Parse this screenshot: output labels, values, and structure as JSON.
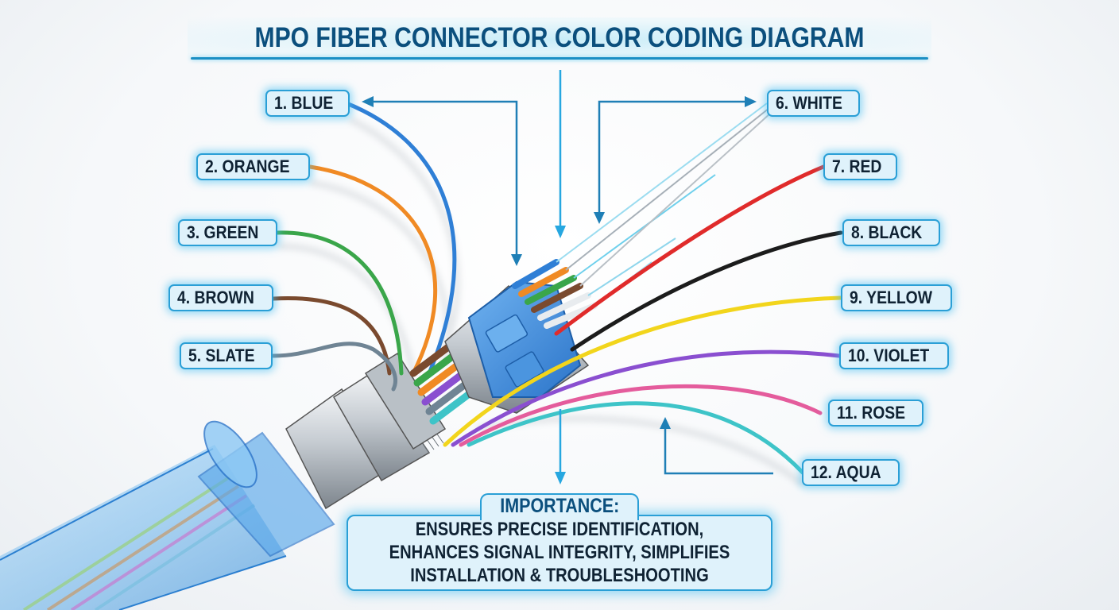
{
  "title": "MPO FIBER CONNECTOR COLOR CODING DIAGRAM",
  "fibers": [
    {
      "number": 1,
      "label": "1. BLUE",
      "color": "#2f7fd6"
    },
    {
      "number": 2,
      "label": "2. ORANGE",
      "color": "#f08a24"
    },
    {
      "number": 3,
      "label": "3. GREEN",
      "color": "#3aa64a"
    },
    {
      "number": 4,
      "label": "4. BROWN",
      "color": "#7a4a2e"
    },
    {
      "number": 5,
      "label": "5. SLATE",
      "color": "#6f8494"
    },
    {
      "number": 6,
      "label": "6. WHITE",
      "color": "#e8ecef"
    },
    {
      "number": 7,
      "label": "7. RED",
      "color": "#e02b2b"
    },
    {
      "number": 8,
      "label": "8. BLACK",
      "color": "#1c1c1c"
    },
    {
      "number": 9,
      "label": "9. YELLOW",
      "color": "#f2d51c"
    },
    {
      "number": 10,
      "label": "10. VIOLET",
      "color": "#8a4fd0"
    },
    {
      "number": 11,
      "label": "11. ROSE",
      "color": "#e45c9c"
    },
    {
      "number": 12,
      "label": "12. AQUA",
      "color": "#3ec4c8"
    }
  ],
  "importance": {
    "heading": "IMPORTANCE:",
    "lines": [
      "ENSURES PRECISE IDENTIFICATION,",
      "ENHANCES SIGNAL INTEGRITY, SIMPLIFIES",
      "INSTALLATION & TROUBLESHOOTING"
    ]
  },
  "colors": {
    "title": "#0b4f7d",
    "accent": "#2a9fd6",
    "label_bg": "#dff2fb",
    "arrow": "#1f7fb6"
  }
}
